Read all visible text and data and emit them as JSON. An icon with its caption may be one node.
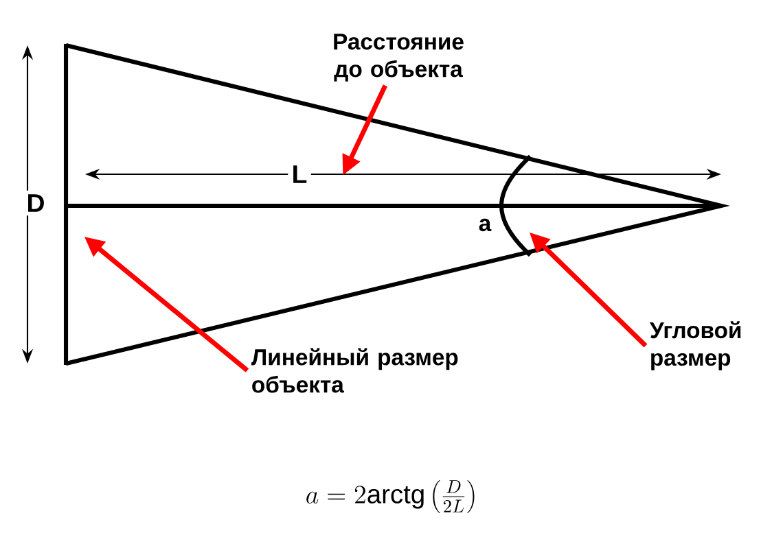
{
  "diagram": {
    "nodes": [
      {
        "text": [
          "Расстояние до объекта"
        ]
      },
      {
        "text": [],
        "shape": "line"
      },
      {
        "text": [
          "Линейный размер объекта"
        ]
      },
      {
        "text": [],
        "shape": "line"
      },
      {
        "text": [
          "Угловой размер"
        ]
      },
      {
        "text": [],
        "shape": "arc"
      }
    ],
    "edges": [
      {
        "from": 0,
        "to": 3,
        "arrow": "to"
      },
      {
        "from": 2,
        "to": 1,
        "arrow": "to"
      },
      {
        "from": 4,
        "to": 5,
        "arrow": "to"
      }
    ],
    "labels": [
      "D",
      "L",
      "a",
      "a = 2\\mathrm{arctg}\\left(\\frac{D}{2L}\\right)"
    ]
  }
}
